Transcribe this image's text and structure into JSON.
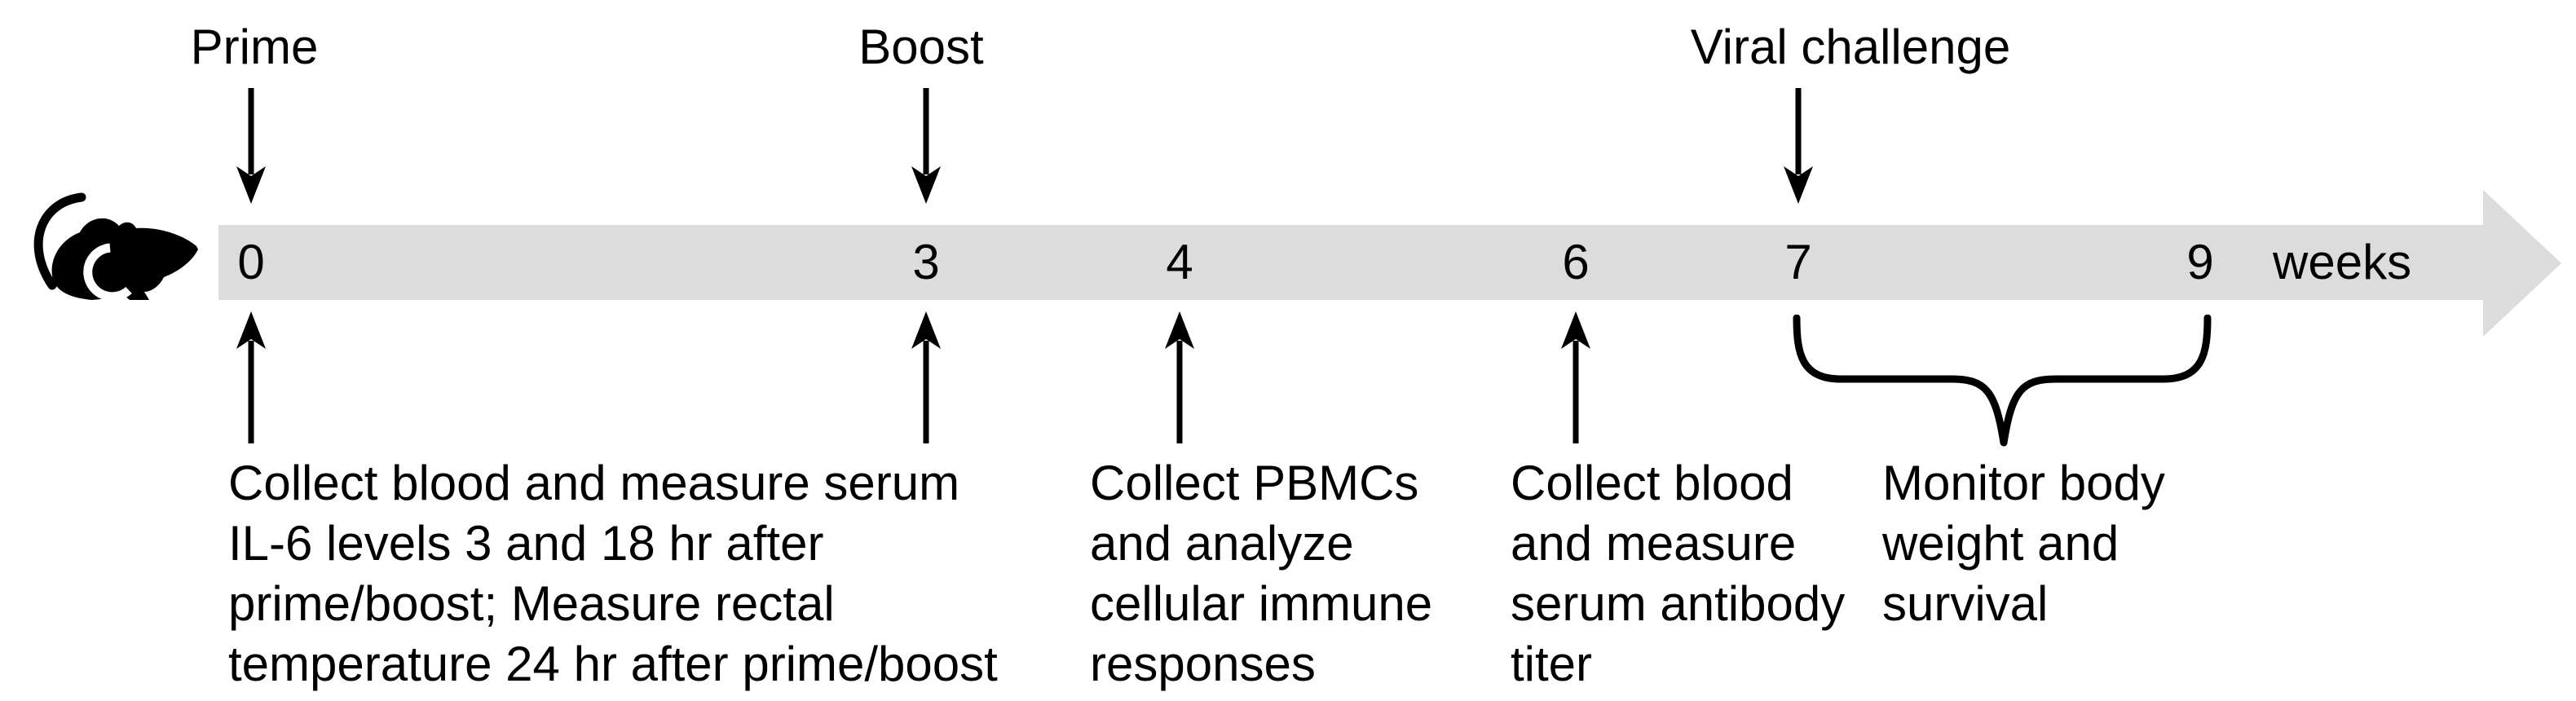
{
  "diagram": {
    "axis": {
      "unit_label": "weeks",
      "ticks": [
        "0",
        "3",
        "4",
        "6",
        "7",
        "9"
      ]
    },
    "top_events": [
      {
        "label": "Prime",
        "at_week": "0"
      },
      {
        "label": "Boost",
        "at_week": "3"
      },
      {
        "label": "Viral challenge",
        "at_week": "7"
      }
    ],
    "annotations": [
      {
        "arrow_weeks": [
          "0",
          "3"
        ],
        "lines": [
          "Collect blood and measure serum",
          "IL-6 levels 3 and 18 hr after",
          "prime/boost; Measure rectal",
          "temperature 24 hr after prime/boost"
        ]
      },
      {
        "arrow_weeks": [
          "4"
        ],
        "lines": [
          "Collect PBMCs",
          "and analyze",
          "cellular immune",
          "responses"
        ]
      },
      {
        "arrow_weeks": [
          "6"
        ],
        "lines": [
          "Collect blood",
          "and measure",
          "serum antibody",
          "titer"
        ]
      },
      {
        "brace_span": [
          "7",
          "9"
        ],
        "lines": [
          "Monitor body",
          "weight and",
          "survival"
        ]
      }
    ],
    "colors": {
      "bar": "#DCDCDC",
      "ink": "#000000",
      "background": "#FFFFFF"
    }
  }
}
